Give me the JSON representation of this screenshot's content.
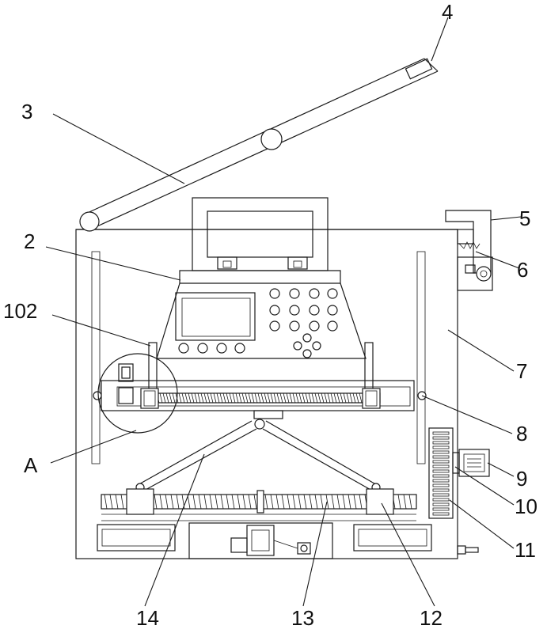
{
  "labels": {
    "l4": "4",
    "l3": "3",
    "l2": "2",
    "l102": "102",
    "lA": "A",
    "l5": "5",
    "l6": "6",
    "l7": "7",
    "l8": "8",
    "l9": "9",
    "l10": "10",
    "l11": "11",
    "l12": "12",
    "l13": "13",
    "l14": "14"
  }
}
